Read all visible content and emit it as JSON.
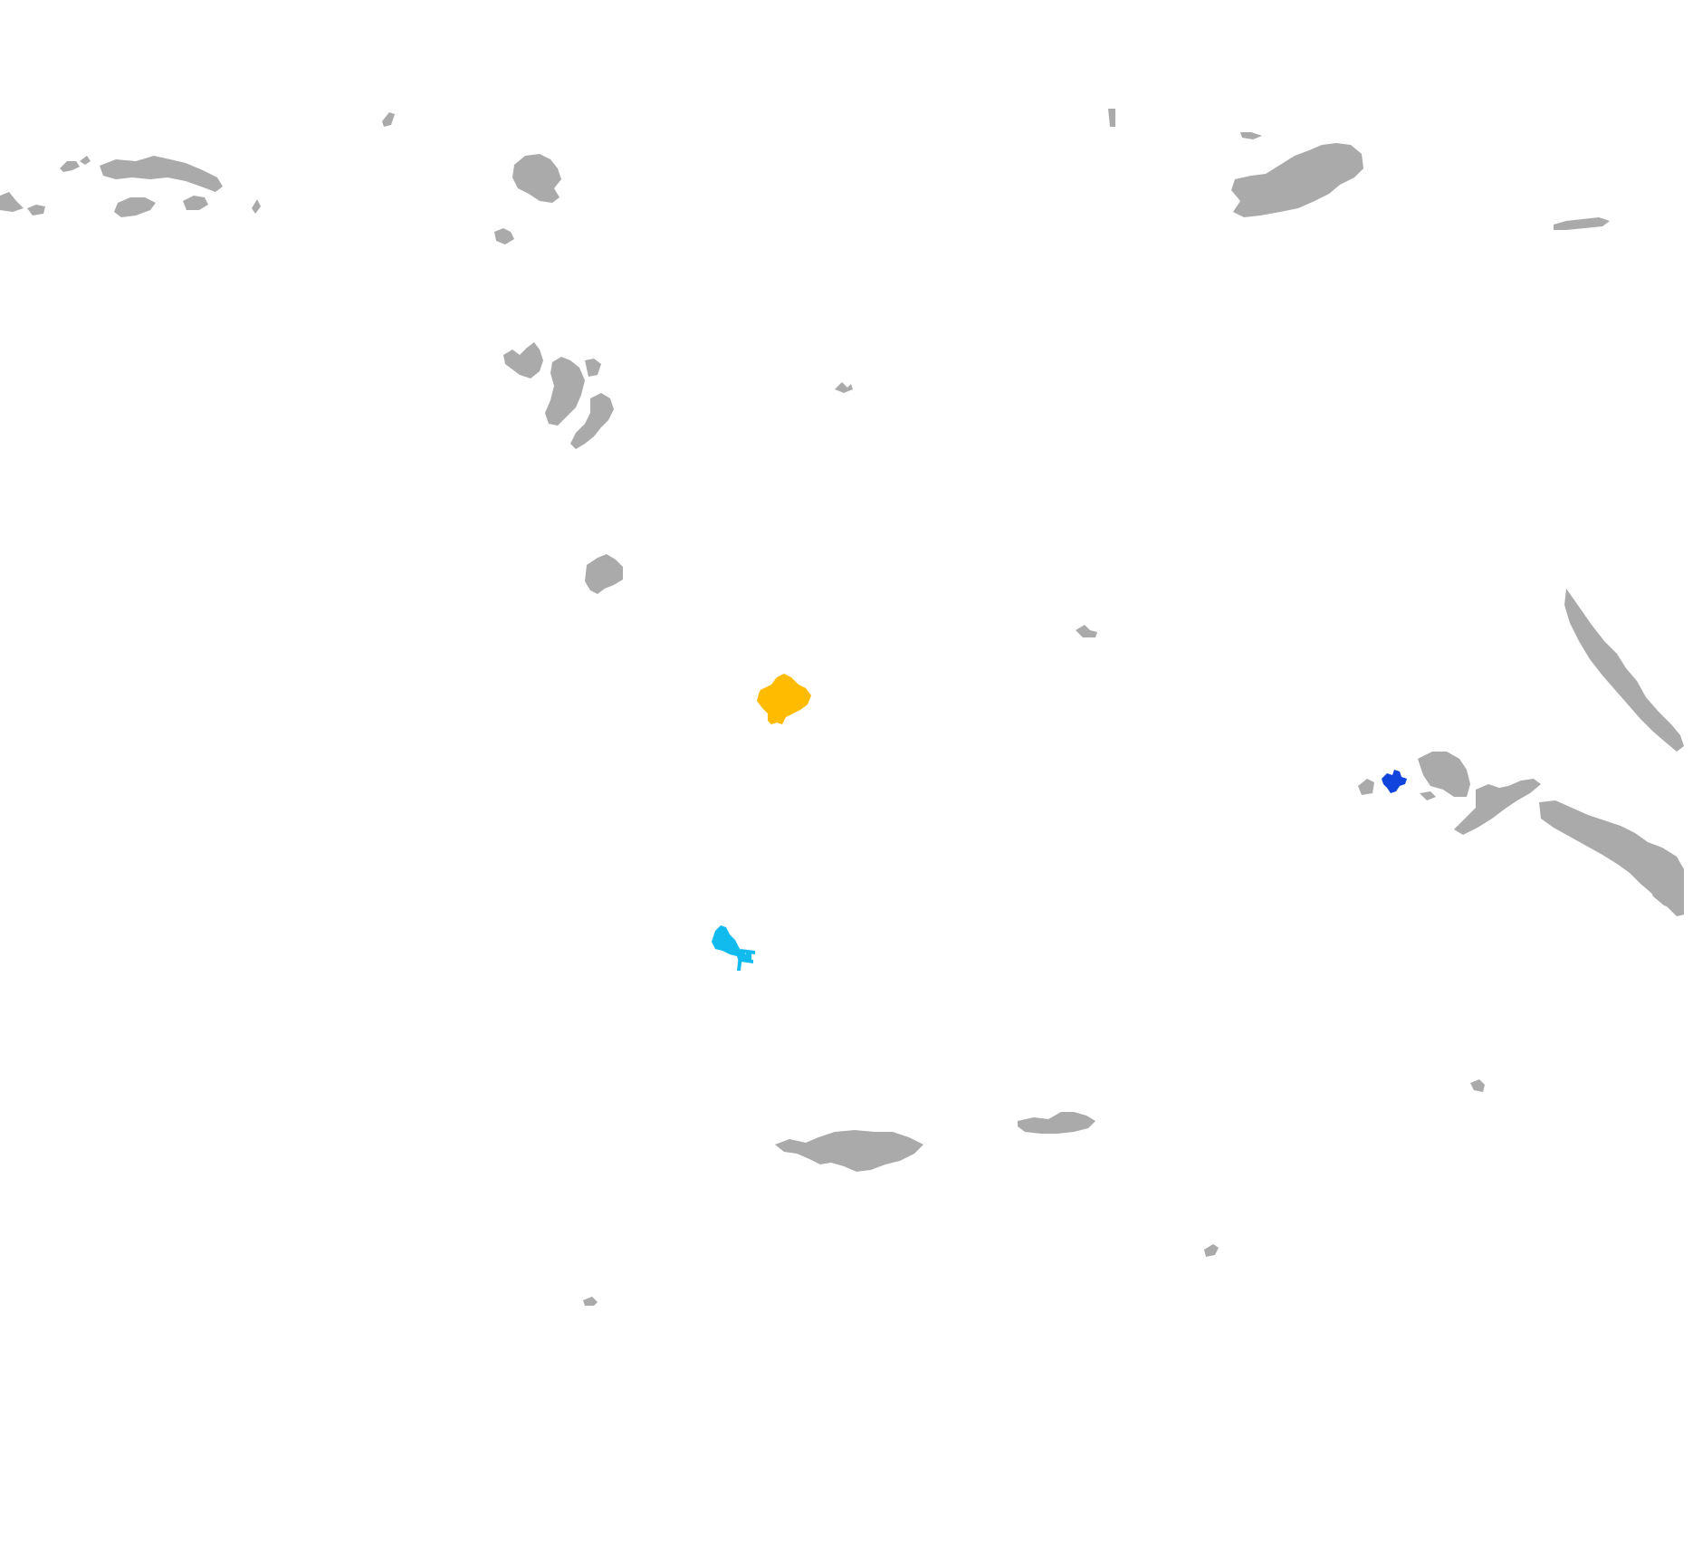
{
  "map": {
    "background_color": "#ffffff",
    "land_color": "#aaaaaa",
    "highlight_regions": [
      {
        "name": "orange-region",
        "color": "#ffbb00"
      },
      {
        "name": "cyan-region",
        "color": "#11bbee"
      },
      {
        "name": "blue-region",
        "color": "#1144dd"
      }
    ],
    "labels": []
  }
}
